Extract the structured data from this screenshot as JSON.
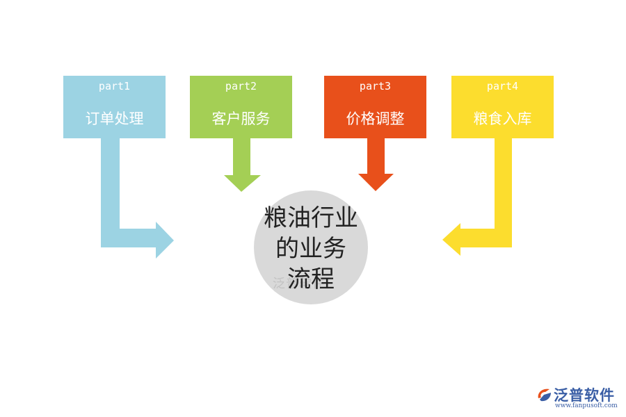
{
  "parts": [
    {
      "part": "part1",
      "label": "订单处理",
      "color": "#9cd3e3"
    },
    {
      "part": "part2",
      "label": "客户服务",
      "color": "#a4cf55"
    },
    {
      "part": "part3",
      "label": "价格调整",
      "color": "#e8501b"
    },
    {
      "part": "part4",
      "label": "粮食入库",
      "color": "#fcdd2e"
    }
  ],
  "center": {
    "lines": [
      "粮油行业",
      "的业务",
      "流程"
    ],
    "circle_color": "#d9d9d9",
    "watermark": "泛普软件"
  },
  "logo": {
    "name": "泛普软件",
    "url": "www.fanpusoft.com",
    "color": "#3a5ea5"
  }
}
